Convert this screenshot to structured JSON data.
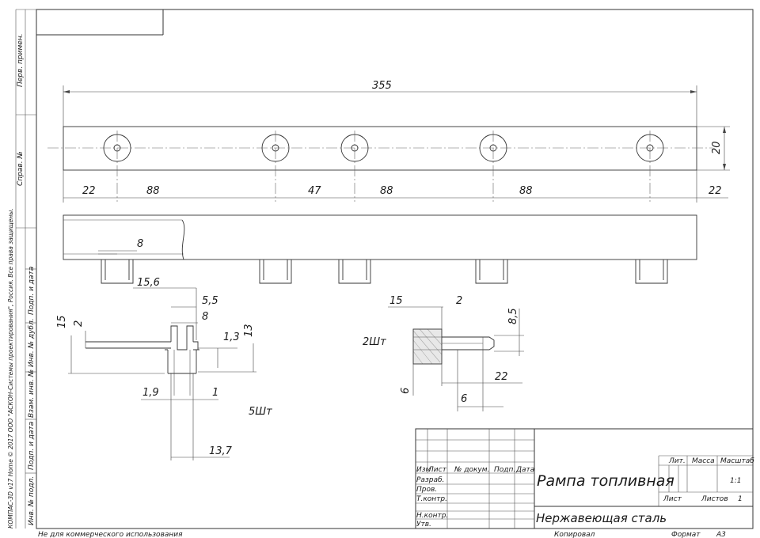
{
  "margin_labels": {
    "perv_primen": "Перв. примен.",
    "sprav_no": "Справ. №",
    "copyright": "КОМПАС-3D v17 Home © 2017 ООО \"АСКОН-Системы проектирования\", Россия. Все права защищены.",
    "podp_data_1": "Подп. и дата",
    "inv_dubl": "Инв. № дубл.",
    "vzam_inv": "Взам. инв. №",
    "podp_data_2": "Подп. и дата",
    "inv_podl": "Инв. № подл."
  },
  "dimensions": {
    "overall_length": "355",
    "height": "20",
    "spacing": [
      "22",
      "88",
      "47",
      "88",
      "88",
      "22"
    ],
    "slot": "8",
    "fitting_dia": "15,6",
    "fitting_bore": "5,5",
    "fitting_8": "8",
    "fitting_height": "15",
    "fitting_2": "2",
    "fitting_1_3": "1,3",
    "fitting_13": "13",
    "fitting_1_9": "1,9",
    "fitting_1": "1",
    "fitting_base": "13,7",
    "plug_15": "15",
    "plug_2": "2",
    "plug_8_5": "8,5",
    "plug_6a": "6",
    "plug_22": "22",
    "plug_6b": "6"
  },
  "quantities": {
    "fitting_qty": "5Шт",
    "plug_qty": "2Шт"
  },
  "title_block": {
    "headers": {
      "izm": "Изм",
      "list": "Лист",
      "n_dokum": "№ докум.",
      "podp": "Подп.",
      "data": "Дата"
    },
    "rows": {
      "razrab": "Разраб.",
      "prov": "Пров.",
      "tkontr": "Т.контр.",
      "nkontr": "Н.контр.",
      "utv": "Утв."
    },
    "name": "Рампа топливная",
    "material": "Нержавеющая сталь",
    "lit": "Лит.",
    "massa": "Масса",
    "masshtab": "Масштаб",
    "scale": "1:1",
    "list_label": "Лист",
    "listov_label": "Листов",
    "listov_value": "1"
  },
  "footer": {
    "noncommercial": "Не для коммерческого использования",
    "kopiroval": "Копировал",
    "format_label": "Формат",
    "format_value": "A3"
  }
}
